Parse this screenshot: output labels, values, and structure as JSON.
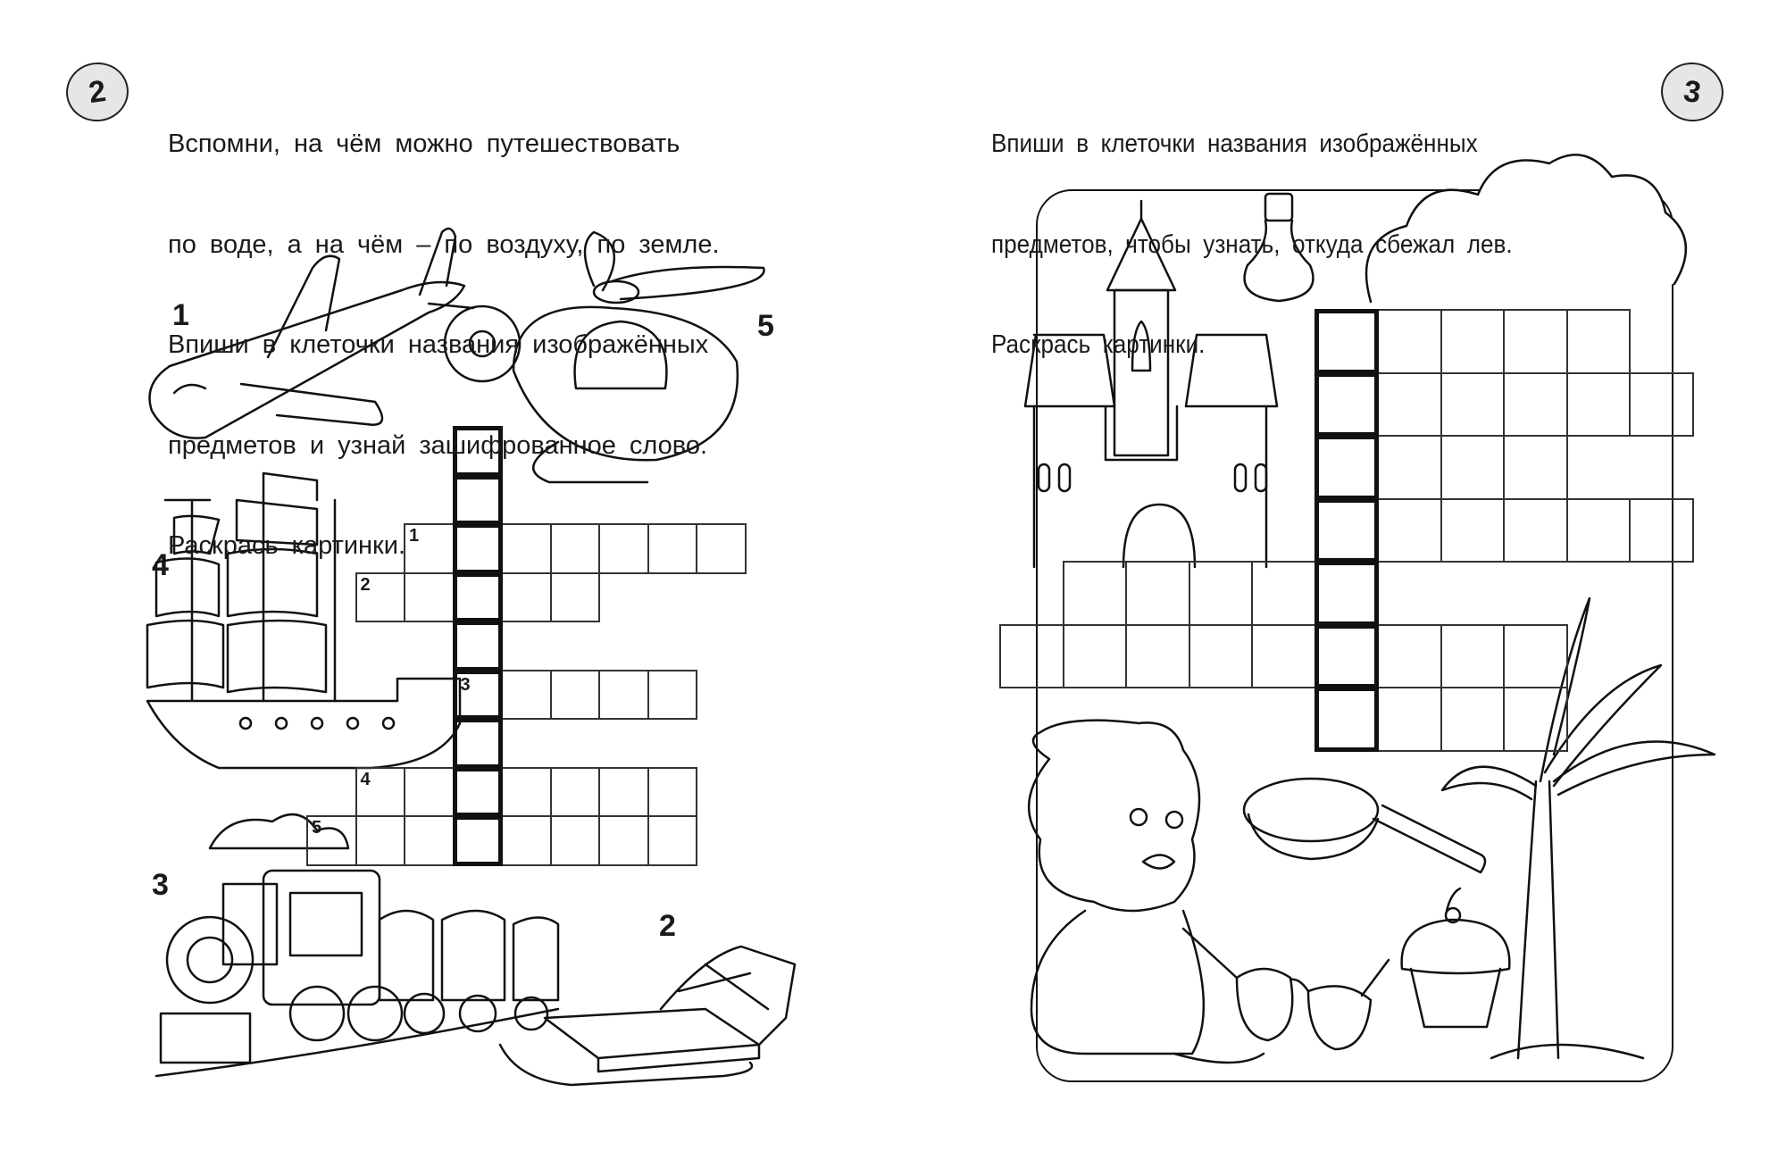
{
  "left_page": {
    "task_number": "2",
    "instructions": [
      "Вспомни, на чём можно путешествовать",
      "по воде, а на чём – по воздуху, по земле.",
      "Впиши в клеточки названия изображённых",
      "предметов и узнай зашифрованное слово.",
      "Раскрась картинки."
    ],
    "picture_labels": {
      "airplane": "1",
      "helicopter": "5",
      "ship": "4",
      "train": "3",
      "sled": "2"
    },
    "crossword_clue_numbers": [
      "1",
      "2",
      "3",
      "4",
      "5"
    ]
  },
  "right_page": {
    "task_number": "3",
    "instructions": [
      "Впиши в клеточки названия изображённых",
      "предметов, чтобы узнать, откуда сбежал лев.",
      "Раскрась картинки."
    ]
  }
}
